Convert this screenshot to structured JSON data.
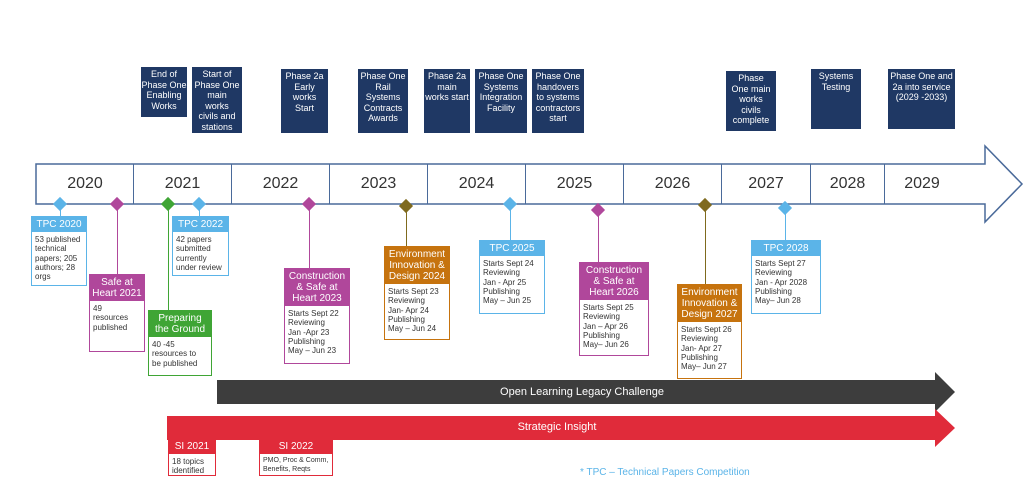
{
  "milestones": [
    "End of\nPhase One\nEnabling\nWorks",
    "Start of\nPhase One\nmain\nworks\ncivils and\nstations",
    "Phase 2a\nEarly\nworks\nStart",
    "Phase One\nRail\nSystems\nContracts\nAwards",
    "Phase 2a\nmain\nworks start",
    "Phase One\nSystems\nIntegration\nFacility",
    "Phase One\nhandovers\nto systems\ncontractors\nstart",
    "Phase\nOne main\nworks\ncivils\ncomplete",
    "Systems\nTesting",
    "Phase One and\n2a into service\n(2029 -2033)"
  ],
  "years": [
    "2020",
    "2021",
    "2022",
    "2023",
    "2024",
    "2025",
    "2026",
    "2027",
    "2028",
    "2029"
  ],
  "boxes": {
    "tpc2020": {
      "title": "TPC 2020",
      "body": "53 published\ntechnical\npapers; 205\nauthors; 28\norgs"
    },
    "safe2021": {
      "title": "Safe at\nHeart 2021",
      "body": "49\nresources\npublished"
    },
    "prep": {
      "title": "Preparing\nthe Ground",
      "body": "40 -45\nresources to\nbe published"
    },
    "tpc2022": {
      "title": "TPC 2022",
      "body": "42 papers\nsubmitted\ncurrently\nunder review"
    },
    "cons2023": {
      "title": "Construction\n& Safe at\nHeart 2023",
      "body": "Starts Sept 22\nReviewing\nJan -Apr 23\nPublishing\nMay – Jun 23"
    },
    "env2024": {
      "title": "Environment\nInnovation &\nDesign 2024",
      "body": "Starts Sept 23\nReviewing\nJan- Apr 24\nPublishing\nMay – Jun 24"
    },
    "tpc2025": {
      "title": "TPC 2025",
      "body": "Starts Sept 24\nReviewing\nJan - Apr 25\nPublishing\nMay – Jun  25"
    },
    "cons2026": {
      "title": "Construction\n& Safe at\nHeart 2026",
      "body": "Starts Sept 25\nReviewing\nJan –  Apr 26\nPublishing\nMay– Jun 26"
    },
    "env2027": {
      "title": "Environment\nInnovation &\nDesign 2027",
      "body": "Starts Sept 26\nReviewing\n Jan- Apr 27\nPublishing\nMay– Jun 27"
    },
    "tpc2028": {
      "title": "TPC 2028",
      "body": "Starts Sept 27\nReviewing\nJan -  Apr 2028\nPublishing\nMay– Jun 28"
    },
    "si2021": {
      "title": "SI 2021",
      "body": "18 topics\nidentified"
    },
    "si2022": {
      "title": "SI 2022",
      "body": "PMO, Proc & Comm,\nBenefits, Reqts"
    }
  },
  "bars": {
    "open_learning": "Open Learning Legacy Challenge",
    "strategic": "Strategic Insight"
  },
  "footnote": "* TPC – Technical Papers Competition",
  "colors": {
    "navy": "#1f3864",
    "light_blue": "#5bb4e8",
    "magenta": "#b0479b",
    "green": "#3fa535",
    "olive": "#7f6a1e",
    "orange": "#c6730e",
    "dark_gray": "#3d3d3d",
    "red": "#e02b3a"
  }
}
